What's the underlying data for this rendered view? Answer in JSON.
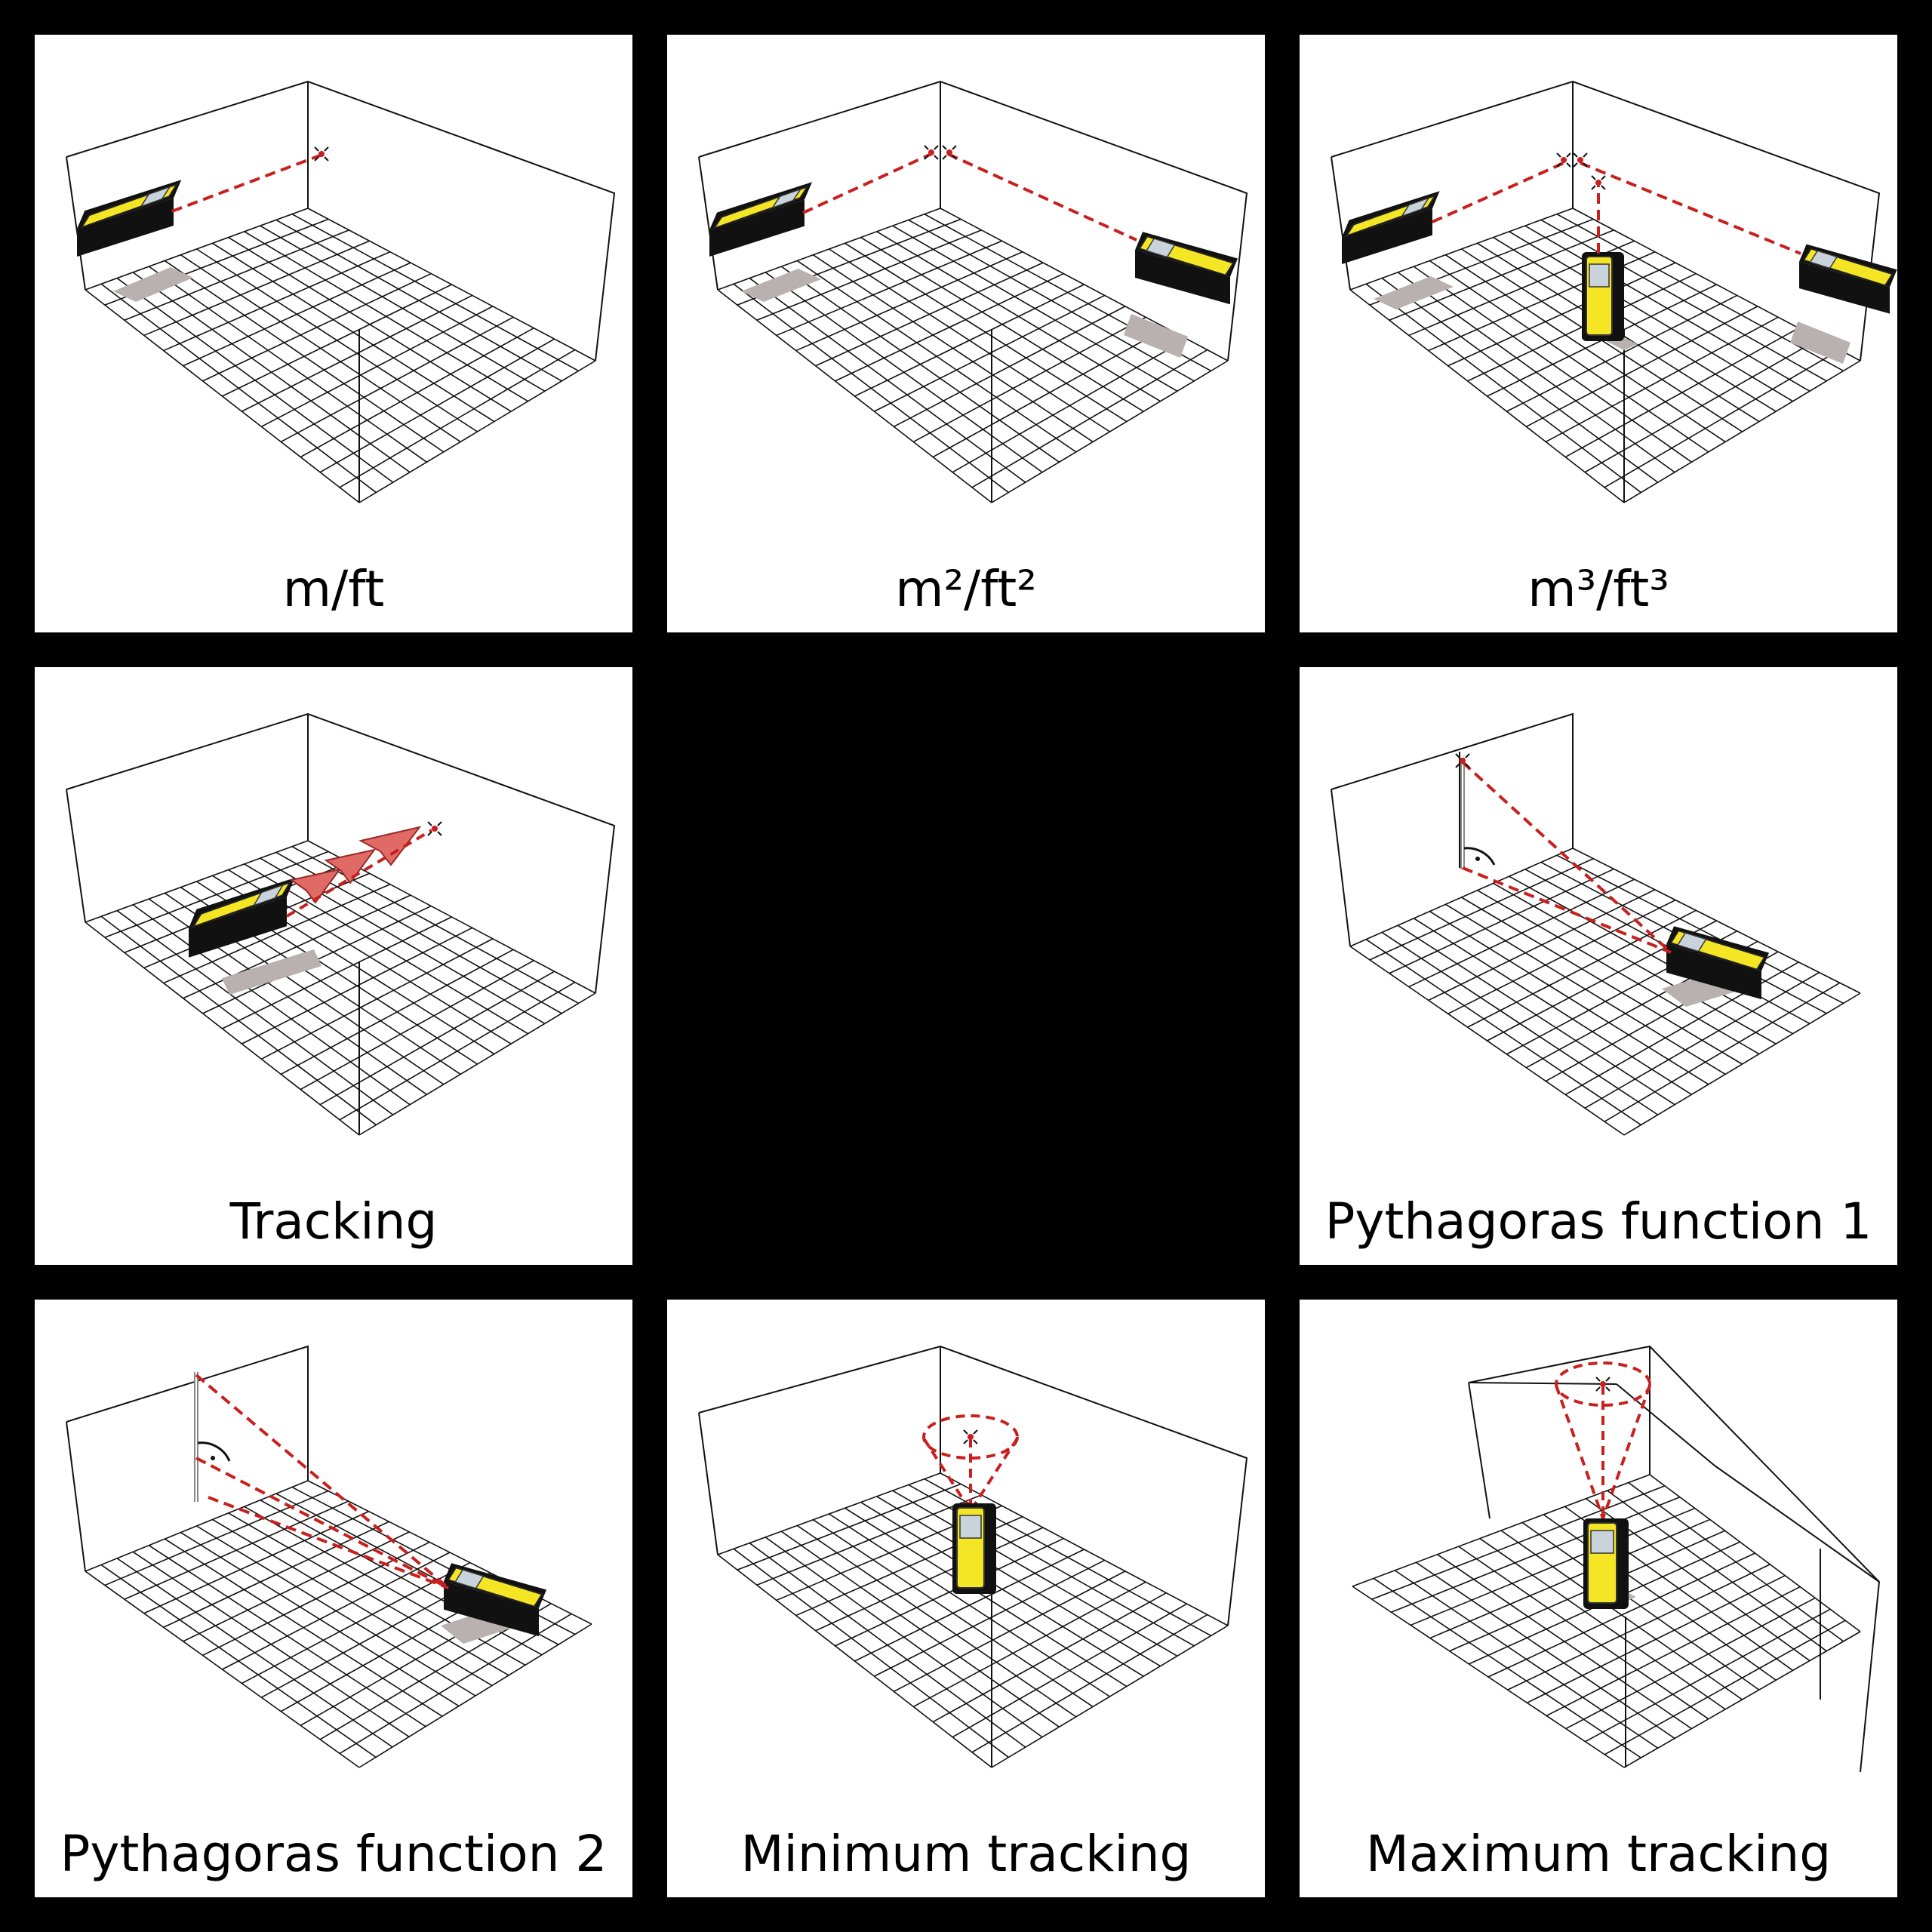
{
  "panels": [
    {
      "caption": "m/ft"
    },
    {
      "caption": "m²/ft²"
    },
    {
      "caption": "m³/ft³"
    },
    {
      "caption": "Tracking"
    },
    {
      "caption": "Pythagoras function 1"
    },
    {
      "caption": "Pythagoras function 2"
    },
    {
      "caption": "Minimum tracking"
    },
    {
      "caption": "Maximum tracking"
    }
  ],
  "colors": {
    "laser": "#c8201e",
    "device": "#f5e625",
    "arrow": "#e06a66",
    "shadow": "#b9b0b0",
    "background": "#000000"
  }
}
